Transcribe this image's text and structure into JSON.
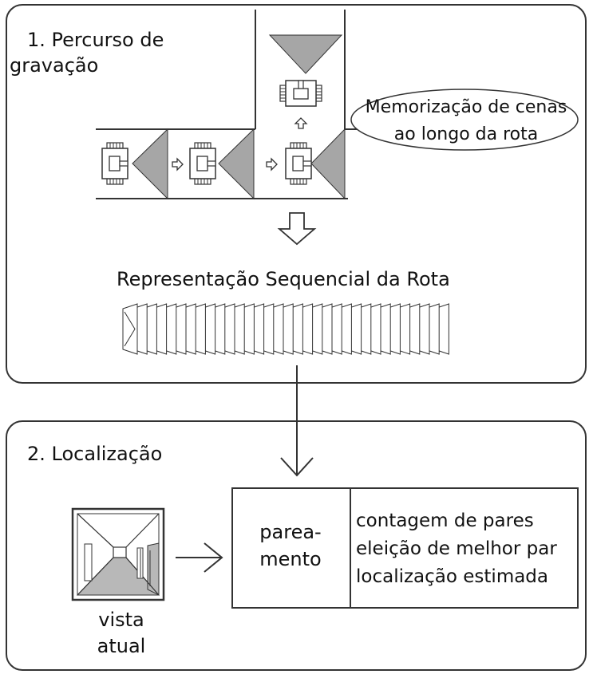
{
  "section1": {
    "title_line1": "1. Percurso de",
    "title_line2": "gravação",
    "memo_line1": "Memorização de cenas",
    "memo_line2": "ao longo da rota",
    "sequence_label": "Representação Sequencial da Rota"
  },
  "section2": {
    "title": "2. Localização",
    "current_view_line1": "vista",
    "current_view_line2": "atual",
    "matching_line1": "parea-",
    "matching_line2": "mento",
    "steps": [
      "contagem de pares",
      "eleição de melhor par",
      "localização estimada"
    ]
  },
  "colors": {
    "stroke": "#333333",
    "fov_fill": "#a6a6a6",
    "corridor_floor": "#b8b8b8"
  }
}
